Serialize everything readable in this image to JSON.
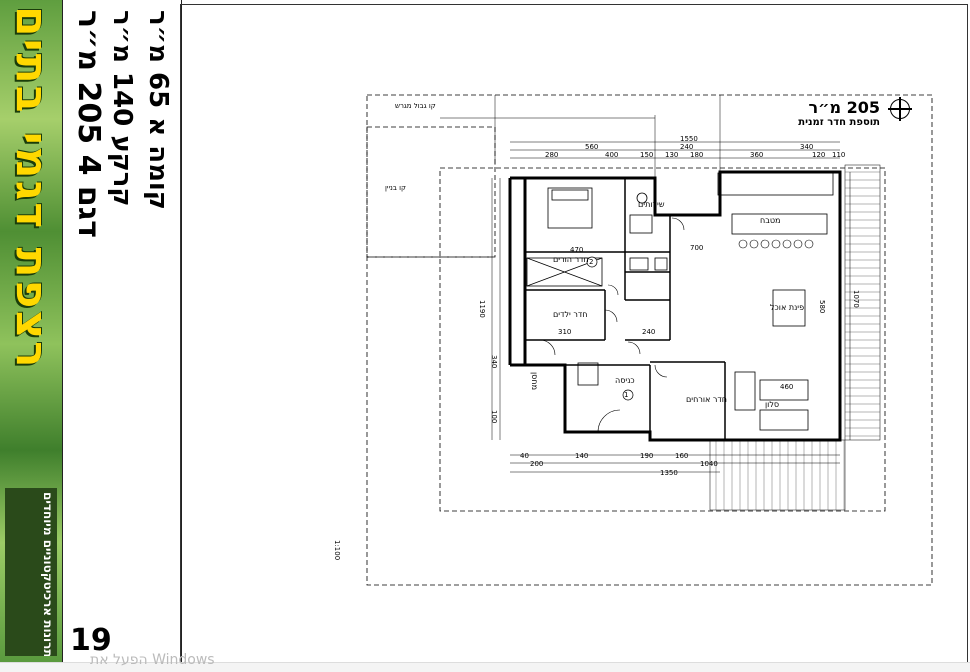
{
  "sidebar": {
    "title": "רצפת דגמי בתים",
    "tag": "פתרונות ארכיטקטוניים מיוחדים"
  },
  "infoband": {
    "model": "דגם 4 205 מ״ר",
    "ground": "קרקע 140 מ״ר",
    "first": "קומה א 65 מ״ר"
  },
  "page": {
    "number": "19"
  },
  "plan": {
    "title": "205 מ״ר",
    "subtitle": "תוספת חדר זמנית",
    "rooms": {
      "kitchen": "מטבח",
      "dining": "פינת אוכל",
      "living": "סלון",
      "bedroom": "חדר הורים",
      "child_room": "חדר ילדים",
      "entrance": "כניסה",
      "wc": "שירותים",
      "guest": "חדר אורחים",
      "storage": "מחסן"
    },
    "notes": {
      "top_left": "קו גבול מגרש",
      "left": "קו בניין",
      "small_side": "1:100"
    },
    "dimensions": {
      "top_total": "1550",
      "top_a": "560",
      "top_b": "340",
      "top_c": "240",
      "bottom_total": "1350",
      "bottom_a": "1040",
      "left_total": "1190",
      "right_total": "1070",
      "d1": "280",
      "d2": "400",
      "d3": "150",
      "d4": "130",
      "d5": "180",
      "d6": "360",
      "d7": "120",
      "d8": "110",
      "d9": "140",
      "d10": "200",
      "d11": "470",
      "d12": "240",
      "d13": "310",
      "d14": "580",
      "d15": "460",
      "d16": "160",
      "d17": "190",
      "d18": "340",
      "d19": "100",
      "d20": "700",
      "d21": "40"
    },
    "circle_markers": {
      "m1": "1",
      "m2": "2"
    }
  },
  "watermark": "הפעל את Windows"
}
